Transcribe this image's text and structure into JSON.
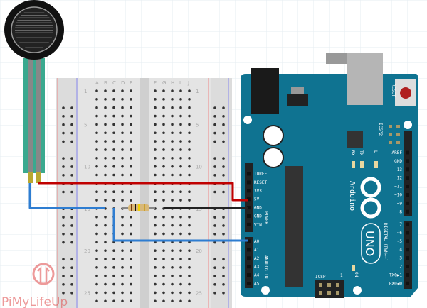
{
  "breadboard": {
    "columns_left": [
      "A",
      "B",
      "C",
      "D",
      "E"
    ],
    "columns_right": [
      "F",
      "G",
      "H",
      "I",
      "J"
    ],
    "row_labels": [
      "1",
      "5",
      "10",
      "15",
      "20",
      "25"
    ]
  },
  "arduino": {
    "brand": "Arduino",
    "model": "UNO",
    "reset_label": "RESET",
    "icsp_label": "ICSP",
    "icsp2_label": "ICSP2",
    "icsp_pin1": "1",
    "led_labels": [
      "RX",
      "TX",
      "L"
    ],
    "on_label": "ON",
    "power_header_title": "POWER",
    "analog_header_title": "ANALOG IN",
    "digital_header_title": "DIGITAL (PWM=~)",
    "power_pins": [
      "IOREF",
      "RESET",
      "3V3",
      "5V",
      "GND",
      "GND",
      "VIN"
    ],
    "analog_pins": [
      "A0",
      "A1",
      "A2",
      "A3",
      "A4",
      "A5"
    ],
    "digital_pins_high": [
      "AREF",
      "GND",
      "13",
      "12",
      "~11",
      "~10",
      "~9",
      "8"
    ],
    "digital_pins_low": [
      "7",
      "~6",
      "~5",
      "4",
      "~3",
      "2",
      "TX0▶1",
      "RX0◀0"
    ]
  },
  "wires": {
    "red": "#c00000",
    "blue": "#2e7dd1",
    "black": "#222222"
  },
  "colors": {
    "board": "#0f7391",
    "grid": "#e8eef4"
  },
  "watermark": "PiMyLifeUp"
}
